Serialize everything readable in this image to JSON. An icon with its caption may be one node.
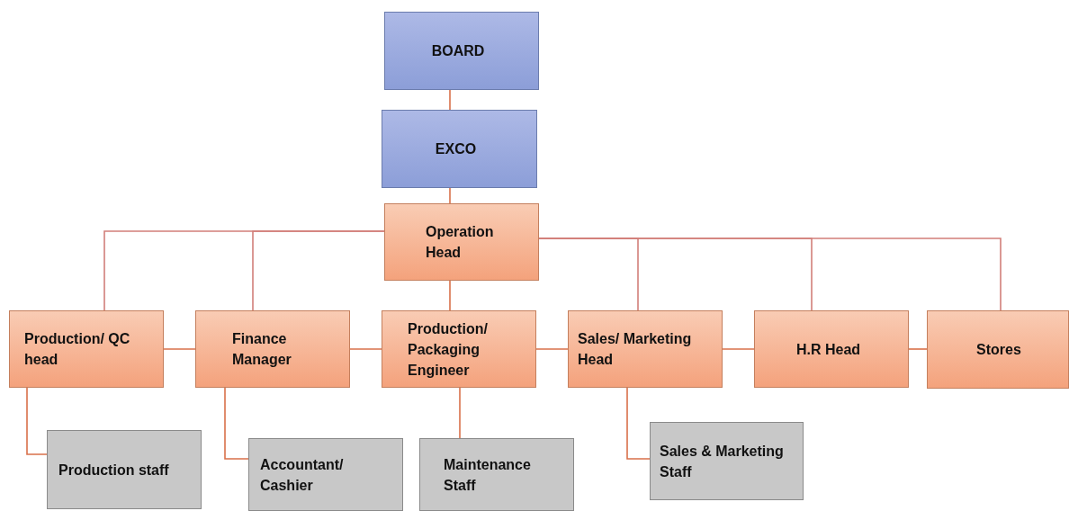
{
  "diagram": {
    "nodes": [
      {
        "text": [
          "BOARD"
        ]
      },
      {
        "text": [
          "EXCO"
        ]
      },
      {
        "text": [
          "Operation Head"
        ]
      },
      {
        "text": [
          "Production/ QC head"
        ]
      },
      {
        "text": [
          "Finance Manager"
        ]
      },
      {
        "text": [
          "Production/ Packaging Engineer"
        ]
      },
      {
        "text": [
          "Sales/ Marketing Head"
        ]
      },
      {
        "text": [
          "H.R Head"
        ]
      },
      {
        "text": [
          "Stores"
        ]
      },
      {
        "text": [
          "Production staff"
        ]
      },
      {
        "text": [
          "Accountant/ Cashier"
        ]
      },
      {
        "text": [
          "Maintenance Staff"
        ]
      },
      {
        "text": [
          "Sales & Marketing Staff"
        ]
      }
    ],
    "edges": [
      {
        "from": 0,
        "to": 1,
        "arrow": "none"
      },
      {
        "from": 1,
        "to": 2,
        "arrow": "none"
      },
      {
        "from": 2,
        "to": 3,
        "arrow": "none"
      },
      {
        "from": 2,
        "to": 4,
        "arrow": "none"
      },
      {
        "from": 2,
        "to": 5,
        "arrow": "none"
      },
      {
        "from": 2,
        "to": 6,
        "arrow": "none"
      },
      {
        "from": 2,
        "to": 7,
        "arrow": "none"
      },
      {
        "from": 2,
        "to": 8,
        "arrow": "none"
      },
      {
        "from": 3,
        "to": 4,
        "arrow": "none"
      },
      {
        "from": 4,
        "to": 5,
        "arrow": "none"
      },
      {
        "from": 5,
        "to": 6,
        "arrow": "none"
      },
      {
        "from": 6,
        "to": 7,
        "arrow": "none"
      },
      {
        "from": 7,
        "to": 8,
        "arrow": "none"
      },
      {
        "from": 3,
        "to": 9,
        "arrow": "none"
      },
      {
        "from": 4,
        "to": 10,
        "arrow": "none"
      },
      {
        "from": 5,
        "to": 11,
        "arrow": "none"
      },
      {
        "from": 6,
        "to": 12,
        "arrow": "none"
      }
    ]
  }
}
